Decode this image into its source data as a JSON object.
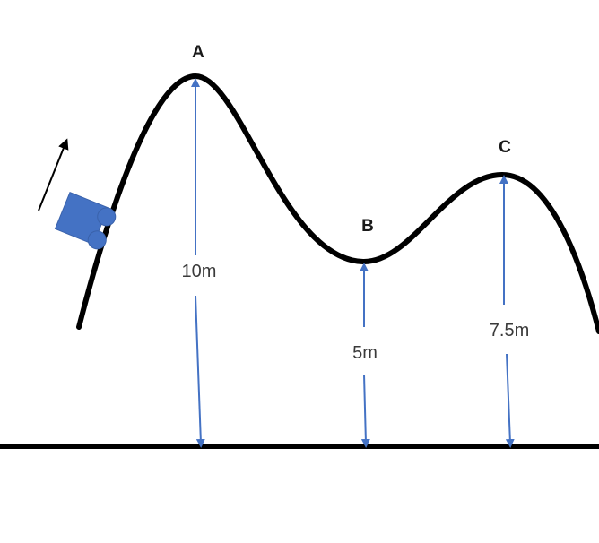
{
  "points": {
    "a": {
      "label": "A",
      "height_label": "10m",
      "height_m": 10
    },
    "b": {
      "label": "B",
      "height_label": "5m",
      "height_m": 5
    },
    "c": {
      "label": "C",
      "height_label": "7.5m",
      "height_m": 7.5
    }
  },
  "colors": {
    "track": "#000000",
    "arrow": "#4472c4",
    "cart": "#4472c4",
    "label": "#1a1a1a"
  },
  "icons": {
    "cart": "roller-coaster-cart-icon",
    "direction": "direction-arrow-icon"
  }
}
